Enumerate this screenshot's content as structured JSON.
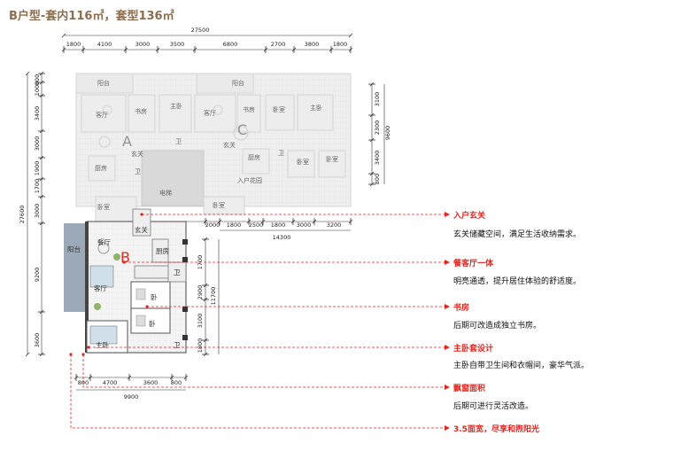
{
  "title": "B户型-套内116㎡，套型136㎡",
  "colors": {
    "accent": "#e0261f",
    "title": "#8c6e4e",
    "highlight_unit": "#8a9aac"
  },
  "dims": {
    "top_total": "27500",
    "top": [
      "1800",
      "4100",
      "3000",
      "3500",
      "6800",
      "2700",
      "3800",
      "1800"
    ],
    "left": [
      "800",
      "1000",
      "3400",
      "3000",
      "1900",
      "1700",
      "3000",
      "9200",
      "3600"
    ],
    "left_total": "27600",
    "right_total": "9600",
    "right": [
      "3100",
      "2300",
      "3400",
      "800"
    ],
    "mid_total": "14300",
    "mid": [
      "2000",
      "1800",
      "2500",
      "1800",
      "3000",
      "3200"
    ],
    "unit_right_total": "11700",
    "unit_right": [
      "1700",
      "2900",
      "3100",
      "1800"
    ],
    "bottom": [
      "800",
      "4700",
      "3600",
      "800"
    ],
    "bottom_total": "9900"
  },
  "plan_labels": {
    "unit_a": "A",
    "unit_c": "C",
    "unit_b": "B",
    "rooms_upper": {
      "balcony_1": "阳台",
      "balcony_2": "阳台",
      "living_1": "客厅",
      "study_1": "书房",
      "master_1": "主卧",
      "living_2": "客厅",
      "study_2": "书房",
      "bedroom_1": "卧室",
      "master_2": "主卧",
      "kitchen_1": "厨房",
      "foyer_1": "玄关",
      "bath_1": "卫",
      "bath_2": "卫",
      "bath_3": "卫",
      "foyer_2": "玄关",
      "kitchen_2": "厨房",
      "bedroom_2": "卧室",
      "bedroom_3": "卧室",
      "bedroom_4": "卧室",
      "entry_garden": "入户花园",
      "elevator": "电梯",
      "bedroom_5": "卧室"
    },
    "rooms_b": {
      "balcony": "阳台",
      "dining": "餐厅",
      "living": "客厅",
      "kitchen": "厨房",
      "foyer": "玄关",
      "bath_1": "卫",
      "bath_2": "卫",
      "bedroom_1": "卧",
      "bedroom_2": "卧",
      "master": "主卧"
    }
  },
  "annotations": [
    {
      "title": "入户玄关",
      "desc": "玄关储藏空间，满足生活收纳需求。"
    },
    {
      "title": "餐客厅一体",
      "desc": "明亮通透，提升居住体验的舒适度。"
    },
    {
      "title": "书房",
      "desc": "后期可改造成独立书房。"
    },
    {
      "title": "主卧套设计",
      "desc": "主卧自带卫生间和衣帽间，豪华气派。"
    },
    {
      "title": "飘窗面积",
      "desc": "后期可进行灵活改造。"
    },
    {
      "title": "3.5面宽，尽享和煦阳光",
      "desc": ""
    }
  ]
}
